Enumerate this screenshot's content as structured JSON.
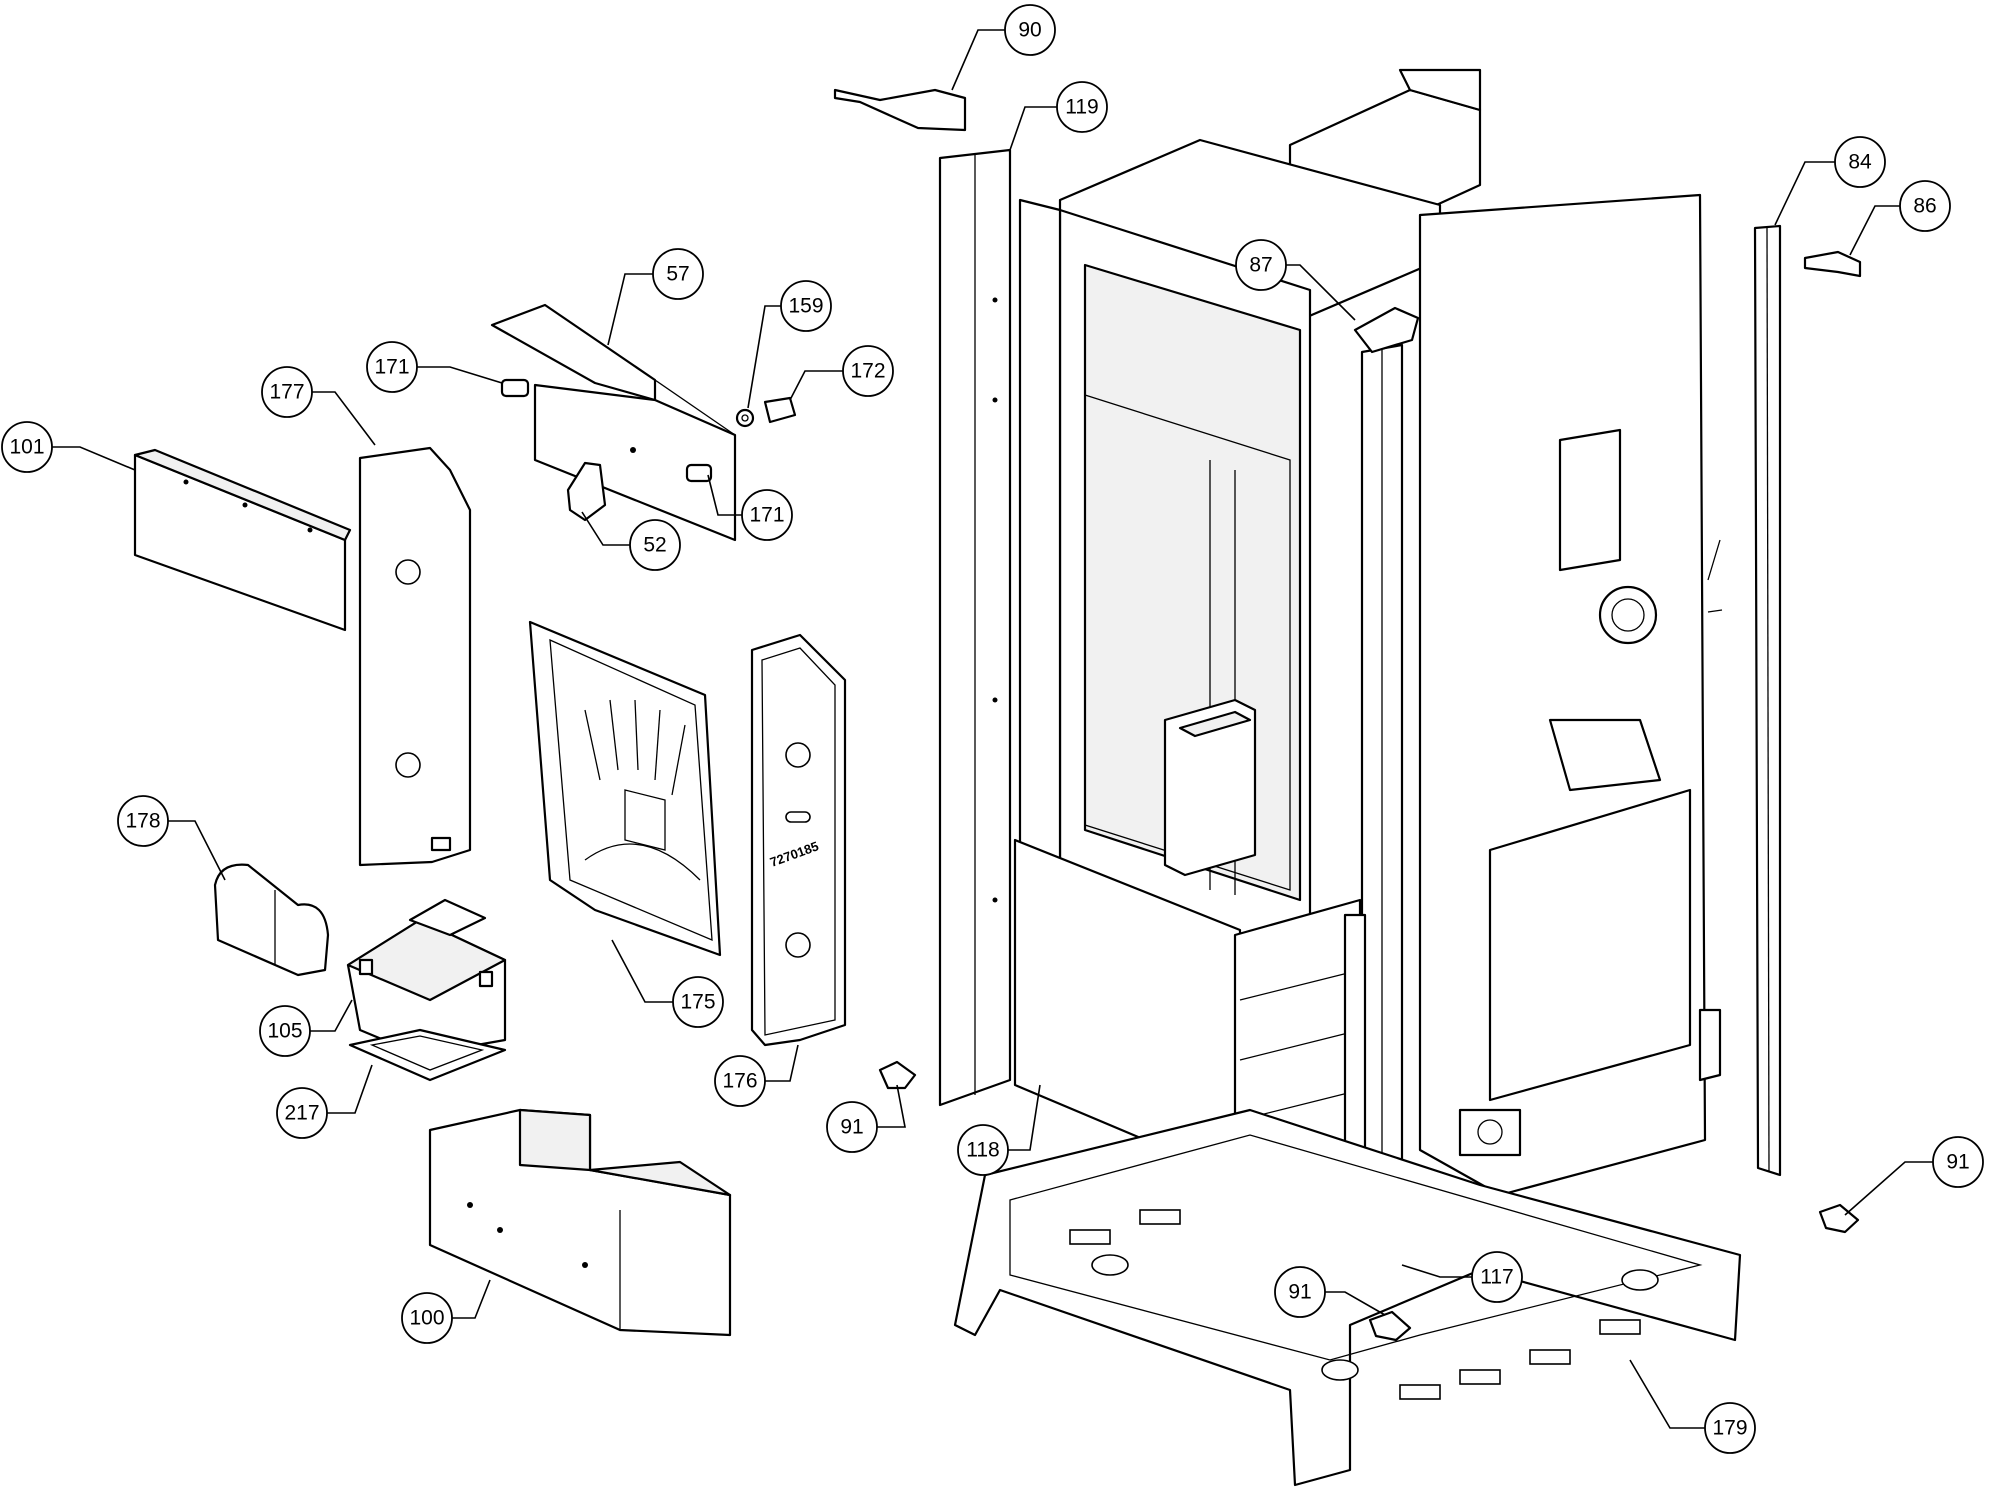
{
  "callouts": [
    {
      "id": "c90",
      "label": "90"
    },
    {
      "id": "c119",
      "label": "119"
    },
    {
      "id": "c84",
      "label": "84"
    },
    {
      "id": "c86",
      "label": "86"
    },
    {
      "id": "c87",
      "label": "87"
    },
    {
      "id": "c57",
      "label": "57"
    },
    {
      "id": "c159",
      "label": "159"
    },
    {
      "id": "c172",
      "label": "172"
    },
    {
      "id": "c171a",
      "label": "171"
    },
    {
      "id": "c171b",
      "label": "171"
    },
    {
      "id": "c177",
      "label": "177"
    },
    {
      "id": "c101",
      "label": "101"
    },
    {
      "id": "c52",
      "label": "52"
    },
    {
      "id": "c178",
      "label": "178"
    },
    {
      "id": "c175",
      "label": "175"
    },
    {
      "id": "c105",
      "label": "105"
    },
    {
      "id": "c176",
      "label": "176"
    },
    {
      "id": "c217",
      "label": "217"
    },
    {
      "id": "c91a",
      "label": "91"
    },
    {
      "id": "c118",
      "label": "118"
    },
    {
      "id": "c91b",
      "label": "91"
    },
    {
      "id": "c117",
      "label": "117"
    },
    {
      "id": "c91c",
      "label": "91"
    },
    {
      "id": "c100",
      "label": "100"
    },
    {
      "id": "c179",
      "label": "179"
    }
  ],
  "part_stamp": "7270185",
  "colors": {
    "line": "#000000",
    "paper": "#ffffff",
    "shade": "#f1f1f1"
  }
}
